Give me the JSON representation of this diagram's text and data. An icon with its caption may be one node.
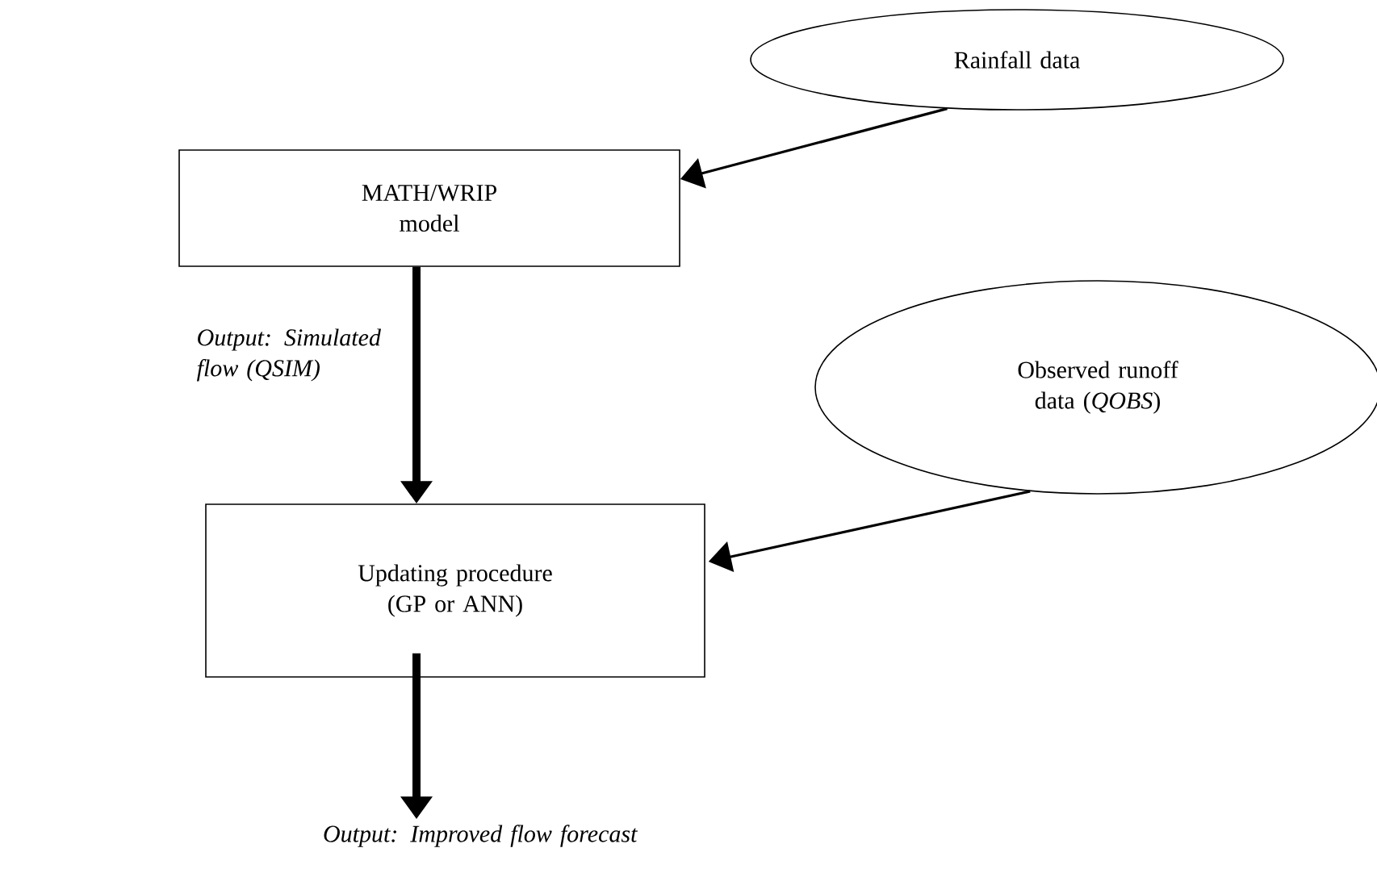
{
  "diagram": {
    "nodes": [
      {
        "text": [
          "Rainfall data"
        ]
      },
      {
        "text": [
          "MATH/WRIP model"
        ]
      },
      {
        "text": [
          "Observed runoff data (*QOBS*)"
        ]
      },
      {
        "text": [
          "Updating procedure (GP or ANN)"
        ]
      },
      {
        "text": [
          "Output: Improved flow forecast"
        ]
      }
    ],
    "edges": [
      {
        "from": 0,
        "to": 1,
        "arrow": "to"
      },
      {
        "from": 1,
        "to": 3,
        "arrow": "to",
        "label": "Output: Simulated flow (QSIM)",
        "style": "thick"
      },
      {
        "from": 2,
        "to": 3,
        "arrow": "to"
      },
      {
        "from": 3,
        "to": 4,
        "arrow": "to",
        "style": "thick"
      }
    ]
  }
}
